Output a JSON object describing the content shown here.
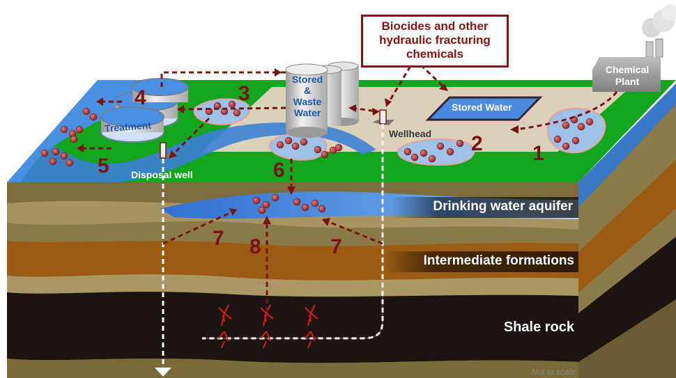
{
  "callout": {
    "line1": "Biocides and other",
    "line2": "hydraulic fracturing",
    "line3": "chemicals"
  },
  "labels": {
    "chemical_plant_1": "Chemical",
    "chemical_plant_2": "Plant",
    "stored_water": "Stored Water",
    "wellhead": "Wellhead",
    "tank_1": "Stored",
    "tank_2": "&",
    "tank_3": "Waste",
    "tank_4": "Water",
    "treatment": "Treatment",
    "disposal_well": "Disposal well",
    "aquifer": "Drinking water aquifer",
    "intermediate": "Intermediate formations",
    "shale": "Shale rock",
    "scale_note": "Not to scale"
  },
  "steps": [
    "1",
    "2",
    "3",
    "4",
    "5",
    "6",
    "7",
    "8",
    "7"
  ],
  "colors": {
    "grass": "#14a51e",
    "pad": "#d9d2b8",
    "water": "#3d7fd6",
    "arrow": "#7a1414",
    "soil_top": "#8b7a4a",
    "soil_mid": "#9c5b12",
    "shale": "#1c1410"
  }
}
